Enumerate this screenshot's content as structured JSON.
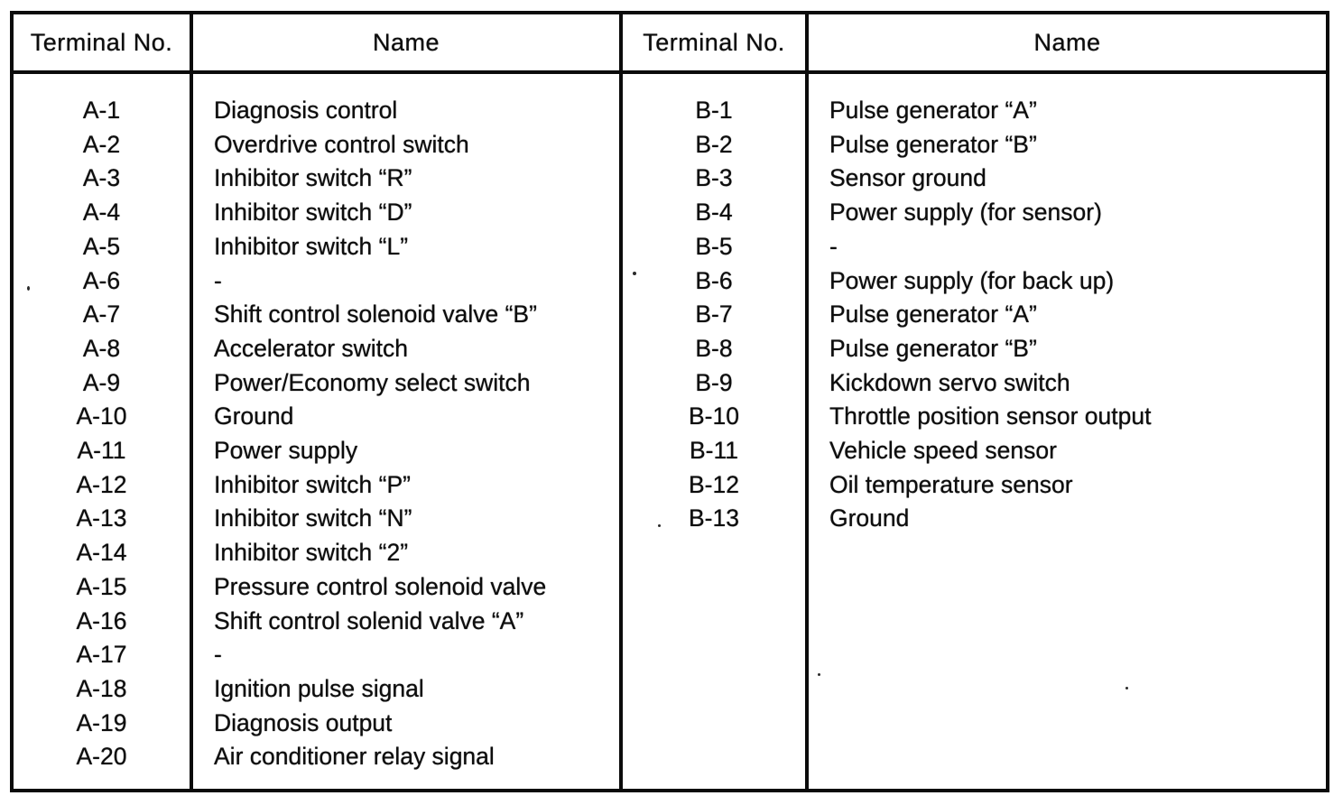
{
  "page": {
    "background": "#ffffff",
    "ink": "#0d0d0d"
  },
  "table": {
    "left": {
      "header_terminal": "Terminal No.",
      "header_name": "Name",
      "rows": [
        {
          "terminal": "A-1",
          "name": "Diagnosis control"
        },
        {
          "terminal": "A-2",
          "name": "Overdrive control switch"
        },
        {
          "terminal": "A-3",
          "name": "Inhibitor switch “R”"
        },
        {
          "terminal": "A-4",
          "name": "Inhibitor switch “D”"
        },
        {
          "terminal": "A-5",
          "name": "Inhibitor switch “L”"
        },
        {
          "terminal": "A-6",
          "name": "-"
        },
        {
          "terminal": "A-7",
          "name": "Shift control solenoid valve “B”"
        },
        {
          "terminal": "A-8",
          "name": "Accelerator switch"
        },
        {
          "terminal": "A-9",
          "name": "Power/Economy select switch"
        },
        {
          "terminal": "A-10",
          "name": "Ground"
        },
        {
          "terminal": "A-11",
          "name": "Power supply"
        },
        {
          "terminal": "A-12",
          "name": "Inhibitor switch “P”"
        },
        {
          "terminal": "A-13",
          "name": "Inhibitor switch “N”"
        },
        {
          "terminal": "A-14",
          "name": "Inhibitor switch “2”"
        },
        {
          "terminal": "A-15",
          "name": "Pressure control solenoid valve"
        },
        {
          "terminal": "A-16",
          "name": "Shift control solenid valve “A”"
        },
        {
          "terminal": "A-17",
          "name": "-"
        },
        {
          "terminal": "A-18",
          "name": "Ignition pulse signal"
        },
        {
          "terminal": "A-19",
          "name": "Diagnosis output"
        },
        {
          "terminal": "A-20",
          "name": "Air conditioner relay signal"
        }
      ]
    },
    "right": {
      "header_terminal": "Terminal No.",
      "header_name": "Name",
      "rows": [
        {
          "terminal": "B-1",
          "name": "Pulse generator “A”"
        },
        {
          "terminal": "B-2",
          "name": "Pulse generator “B”"
        },
        {
          "terminal": "B-3",
          "name": "Sensor ground"
        },
        {
          "terminal": "B-4",
          "name": "Power supply (for sensor)"
        },
        {
          "terminal": "B-5",
          "name": "-"
        },
        {
          "terminal": "B-6",
          "name": "Power supply (for back up)"
        },
        {
          "terminal": "B-7",
          "name": "Pulse generator “A”"
        },
        {
          "terminal": "B-8",
          "name": "Pulse generator “B”"
        },
        {
          "terminal": "B-9",
          "name": "Kickdown servo switch"
        },
        {
          "terminal": "B-10",
          "name": "Throttle position sensor output"
        },
        {
          "terminal": "B-11",
          "name": "Vehicle speed sensor"
        },
        {
          "terminal": "B-12",
          "name": "Oil temperature sensor"
        },
        {
          "terminal": "B-13",
          "name": "Ground"
        }
      ]
    }
  }
}
